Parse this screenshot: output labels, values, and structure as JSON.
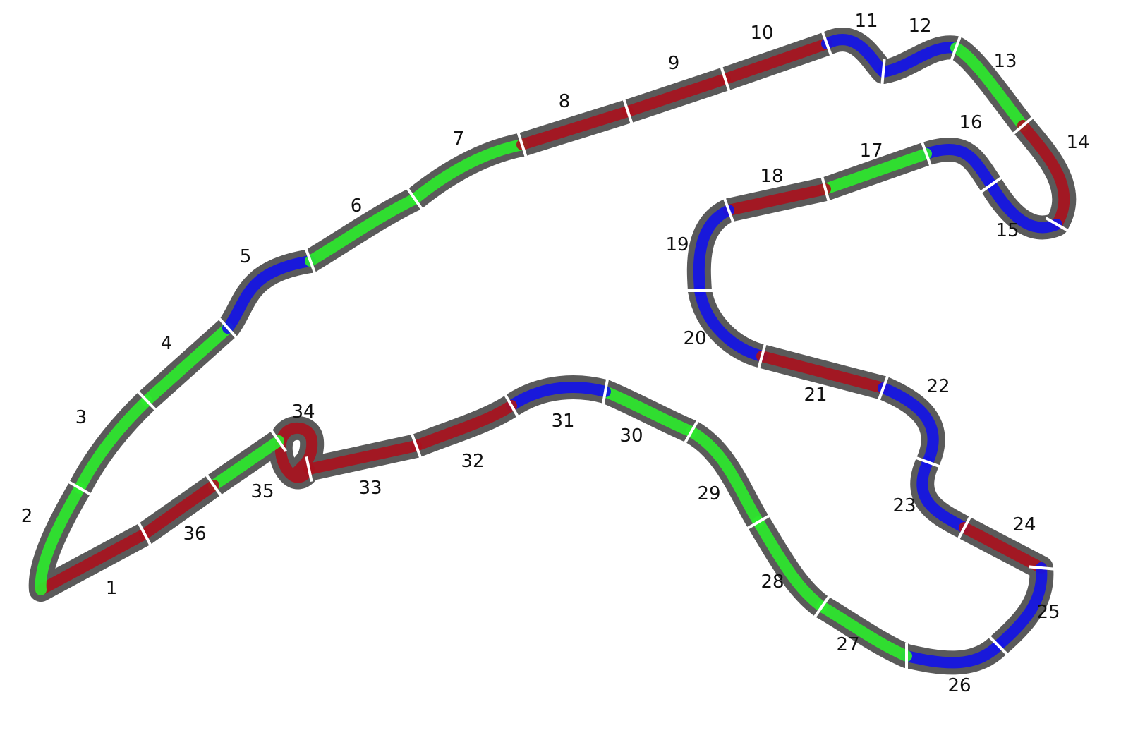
{
  "colors": {
    "track": "#5a5a5a",
    "divider": "#ffffff",
    "red": "#a8121e",
    "green": "#2ce82c",
    "blue": "#1414e6",
    "label": "#111111"
  },
  "segments": [
    {
      "label": "1",
      "color": "red"
    },
    {
      "label": "2",
      "color": "green"
    },
    {
      "label": "3",
      "color": "green"
    },
    {
      "label": "4",
      "color": "green"
    },
    {
      "label": "5",
      "color": "blue"
    },
    {
      "label": "6",
      "color": "green"
    },
    {
      "label": "7",
      "color": "green"
    },
    {
      "label": "8",
      "color": "red"
    },
    {
      "label": "9",
      "color": "red"
    },
    {
      "label": "10",
      "color": "red"
    },
    {
      "label": "11",
      "color": "blue"
    },
    {
      "label": "12",
      "color": "blue"
    },
    {
      "label": "13",
      "color": "green"
    },
    {
      "label": "14",
      "color": "red"
    },
    {
      "label": "15",
      "color": "blue"
    },
    {
      "label": "16",
      "color": "blue"
    },
    {
      "label": "17",
      "color": "green"
    },
    {
      "label": "18",
      "color": "red"
    },
    {
      "label": "19",
      "color": "blue"
    },
    {
      "label": "20",
      "color": "blue"
    },
    {
      "label": "21",
      "color": "red"
    },
    {
      "label": "22",
      "color": "blue"
    },
    {
      "label": "23",
      "color": "blue"
    },
    {
      "label": "24",
      "color": "red"
    },
    {
      "label": "25",
      "color": "blue"
    },
    {
      "label": "26",
      "color": "blue"
    },
    {
      "label": "27",
      "color": "green"
    },
    {
      "label": "28",
      "color": "green"
    },
    {
      "label": "29",
      "color": "green"
    },
    {
      "label": "30",
      "color": "green"
    },
    {
      "label": "31",
      "color": "blue"
    },
    {
      "label": "32",
      "color": "red"
    },
    {
      "label": "33",
      "color": "red"
    },
    {
      "label": "34",
      "color": "red"
    },
    {
      "label": "35",
      "color": "green"
    },
    {
      "label": "36",
      "color": "red"
    }
  ]
}
